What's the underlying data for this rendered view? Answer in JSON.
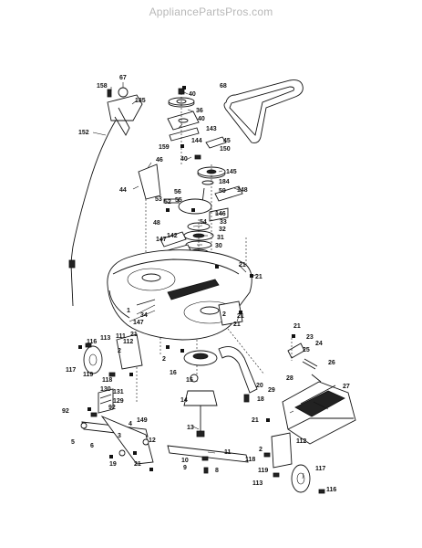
{
  "watermark": "AppliancePartsPros.com",
  "callouts": [
    {
      "id": "67",
      "text": "67"
    },
    {
      "id": "158",
      "text": "158"
    },
    {
      "id": "185",
      "text": "185"
    },
    {
      "id": "152",
      "text": "152"
    },
    {
      "id": "68",
      "text": "68"
    },
    {
      "id": "40a",
      "text": "40"
    },
    {
      "id": "36",
      "text": "36"
    },
    {
      "id": "40b",
      "text": "40"
    },
    {
      "id": "143",
      "text": "143"
    },
    {
      "id": "144",
      "text": "144"
    },
    {
      "id": "159",
      "text": "159"
    },
    {
      "id": "45",
      "text": "45"
    },
    {
      "id": "150",
      "text": "150"
    },
    {
      "id": "40c",
      "text": "40"
    },
    {
      "id": "46",
      "text": "46"
    },
    {
      "id": "145",
      "text": "145"
    },
    {
      "id": "184",
      "text": "184"
    },
    {
      "id": "44",
      "text": "44"
    },
    {
      "id": "56",
      "text": "56"
    },
    {
      "id": "59",
      "text": "59"
    },
    {
      "id": "148",
      "text": "148"
    },
    {
      "id": "53",
      "text": "53"
    },
    {
      "id": "52",
      "text": "52"
    },
    {
      "id": "55",
      "text": "55"
    },
    {
      "id": "146",
      "text": "146"
    },
    {
      "id": "48",
      "text": "48"
    },
    {
      "id": "54",
      "text": "54"
    },
    {
      "id": "33",
      "text": "33"
    },
    {
      "id": "142",
      "text": "142"
    },
    {
      "id": "32",
      "text": "32"
    },
    {
      "id": "31",
      "text": "31"
    },
    {
      "id": "147a",
      "text": "147"
    },
    {
      "id": "30",
      "text": "30"
    },
    {
      "id": "21a",
      "text": "21"
    },
    {
      "id": "21b",
      "text": "21"
    },
    {
      "id": "1",
      "text": "1"
    },
    {
      "id": "34",
      "text": "34"
    },
    {
      "id": "147b",
      "text": "147"
    },
    {
      "id": "2a",
      "text": "2"
    },
    {
      "id": "21c",
      "text": "21"
    },
    {
      "id": "21d",
      "text": "21"
    },
    {
      "id": "21e",
      "text": "21"
    },
    {
      "id": "116a",
      "text": "116"
    },
    {
      "id": "113a",
      "text": "113"
    },
    {
      "id": "111",
      "text": "111"
    },
    {
      "id": "112a",
      "text": "112"
    },
    {
      "id": "2b",
      "text": "2"
    },
    {
      "id": "117a",
      "text": "117"
    },
    {
      "id": "119a",
      "text": "119"
    },
    {
      "id": "118a",
      "text": "118"
    },
    {
      "id": "2c",
      "text": "2"
    },
    {
      "id": "16",
      "text": "16"
    },
    {
      "id": "15",
      "text": "15"
    },
    {
      "id": "21f",
      "text": "21"
    },
    {
      "id": "23",
      "text": "23"
    },
    {
      "id": "24",
      "text": "24"
    },
    {
      "id": "25",
      "text": "25"
    },
    {
      "id": "26",
      "text": "26"
    },
    {
      "id": "28",
      "text": "28"
    },
    {
      "id": "27",
      "text": "27"
    },
    {
      "id": "130",
      "text": "130"
    },
    {
      "id": "131",
      "text": "131"
    },
    {
      "id": "129",
      "text": "129"
    },
    {
      "id": "92a",
      "text": "92"
    },
    {
      "id": "92b",
      "text": "92"
    },
    {
      "id": "14",
      "text": "14"
    },
    {
      "id": "20",
      "text": "20"
    },
    {
      "id": "18",
      "text": "18"
    },
    {
      "id": "29",
      "text": "29"
    },
    {
      "id": "149",
      "text": "149"
    },
    {
      "id": "4",
      "text": "4"
    },
    {
      "id": "3",
      "text": "3"
    },
    {
      "id": "5",
      "text": "5"
    },
    {
      "id": "6",
      "text": "6"
    },
    {
      "id": "13",
      "text": "13"
    },
    {
      "id": "21g",
      "text": "21"
    },
    {
      "id": "12",
      "text": "12"
    },
    {
      "id": "112b",
      "text": "112"
    },
    {
      "id": "2d",
      "text": "2"
    },
    {
      "id": "19",
      "text": "19"
    },
    {
      "id": "21h",
      "text": "21"
    },
    {
      "id": "10",
      "text": "10"
    },
    {
      "id": "11",
      "text": "11"
    },
    {
      "id": "9",
      "text": "9"
    },
    {
      "id": "8",
      "text": "8"
    },
    {
      "id": "118b",
      "text": "118"
    },
    {
      "id": "119b",
      "text": "119"
    },
    {
      "id": "113b",
      "text": "113"
    },
    {
      "id": "117b",
      "text": "117"
    },
    {
      "id": "116b",
      "text": "116"
    }
  ]
}
